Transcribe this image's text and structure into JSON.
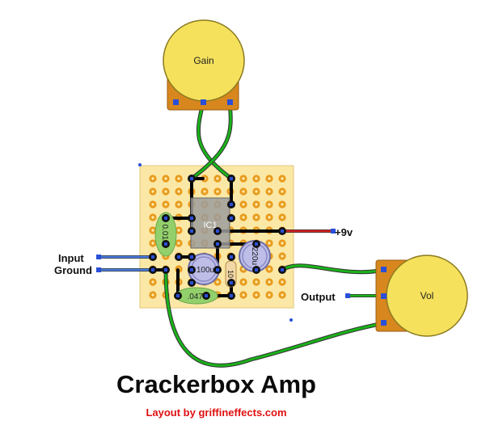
{
  "title": "Crackerbox Amp",
  "subtitle": "Layout by griffineffects.com",
  "labels": {
    "input": "Input",
    "ground": "Ground",
    "power": "+9v",
    "output": "Output"
  },
  "components": {
    "gain_pot": "Gain",
    "vol_pot": "Vol",
    "ic": "IC1",
    "cap_001": "0.01u",
    "cap_100": "100u",
    "cap_220": "220u",
    "resistor": "10",
    "cap_047": ".047u"
  },
  "colors": {
    "board": "#fbe8a6",
    "hole": "#e89a1c",
    "pot_knob": "#f5e15c",
    "pot_body": "#d7871e",
    "green_wire": "#19b319",
    "power_wire": "#d52020",
    "input_wire": "#4a7de0",
    "title": "#0b0b0b",
    "subtitle": "#e01010"
  }
}
